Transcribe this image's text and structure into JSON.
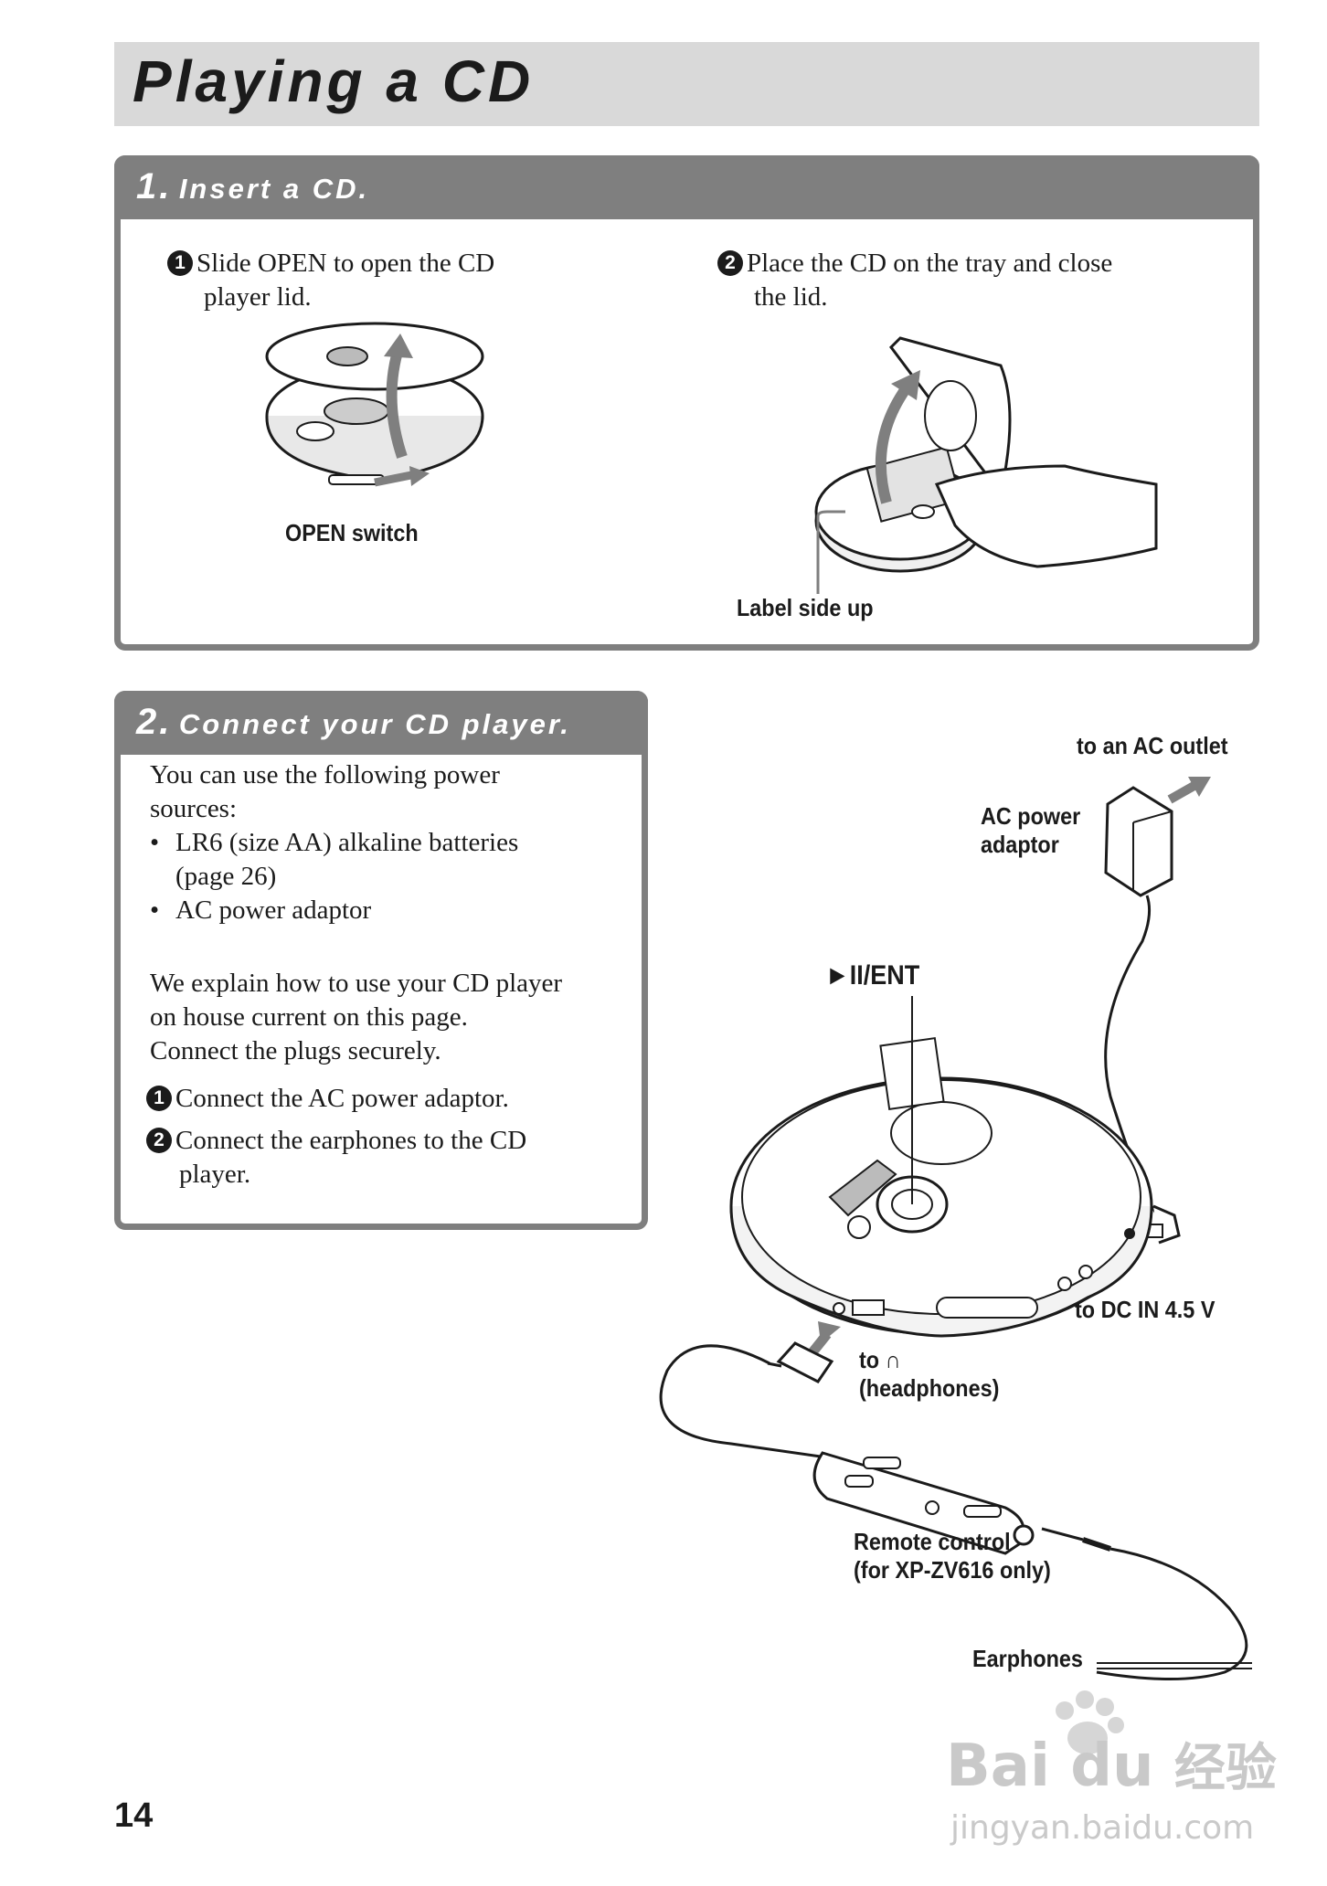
{
  "page": {
    "title": "Playing a CD",
    "page_number": "14"
  },
  "section1": {
    "number": "1.",
    "heading": "Insert a CD.",
    "step1": {
      "marker": "1",
      "line1": "Slide OPEN to open the CD",
      "line2": "player lid."
    },
    "step2": {
      "marker": "2",
      "line1": "Place the CD on the tray and close",
      "line2": "the lid."
    },
    "open_switch_label": "OPEN switch",
    "label_side_up": "Label side up"
  },
  "section2": {
    "number": "2.",
    "heading": "Connect your CD player.",
    "intro_line1": "You can use the following power",
    "intro_line2": "sources:",
    "bullet_symbol": "•",
    "bullet1_line1": "LR6 (size AA) alkaline batteries",
    "bullet1_line2": "(page 26)",
    "bullet2": "AC power adaptor",
    "para_line1": "We explain how to use your CD player",
    "para_line2": "on house current on this page.",
    "para_line3": "Connect the plugs securely.",
    "step1": {
      "marker": "1",
      "text": "Connect the AC power adaptor."
    },
    "step2": {
      "marker": "2",
      "line1": "Connect the earphones to the CD",
      "line2": "player."
    }
  },
  "diagram": {
    "to_ac_outlet": "to an AC outlet",
    "ac_power_line1": "AC power",
    "ac_power_line2": "adaptor",
    "play_ent": "►II/ENT",
    "to_dc_in": "to DC IN 4.5 V",
    "to_headphones_line1": "to",
    "headphone_symbol": "∩",
    "to_headphones_line2": "(headphones)",
    "remote_line1": "Remote control",
    "remote_line2": "(for XP-ZV616 only)",
    "earphones": "Earphones"
  },
  "watermark": {
    "brand": "Bai du",
    "brand_cn": "经验",
    "url": "jingyan.baidu.com"
  },
  "colors": {
    "header_gray": "#7f7f7f",
    "title_bar_gray": "#d9d9d9",
    "text": "#1b1b1b"
  }
}
